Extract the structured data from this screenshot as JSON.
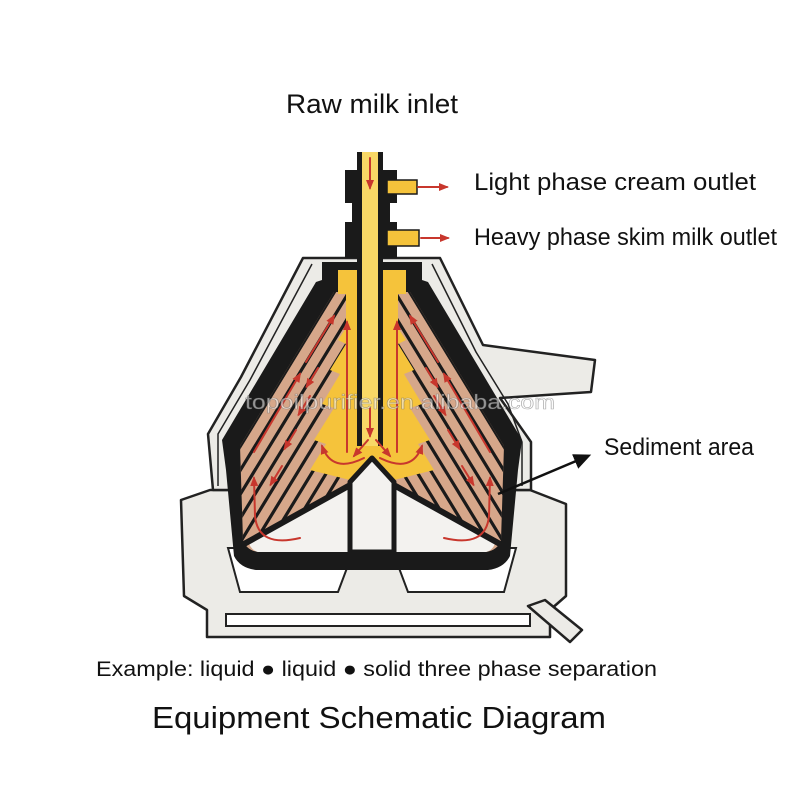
{
  "diagram": {
    "labels": {
      "inlet": "Raw milk inlet",
      "cream_outlet": "Light phase cream outlet",
      "skim_outlet": "Heavy phase skim milk outlet",
      "sediment": "Sediment area"
    },
    "caption": "Example: liquid ● liquid ● solid three phase separation",
    "title": "Equipment Schematic Diagram",
    "watermark": "topoilpurifier.en.alibaba.com"
  },
  "colors": {
    "light_phase": "#f5c33b",
    "sediment": "#d6a78a",
    "flow_arrows": "#c8372d",
    "bowl": "#1a1a1a",
    "housing": "#ecebe7"
  }
}
